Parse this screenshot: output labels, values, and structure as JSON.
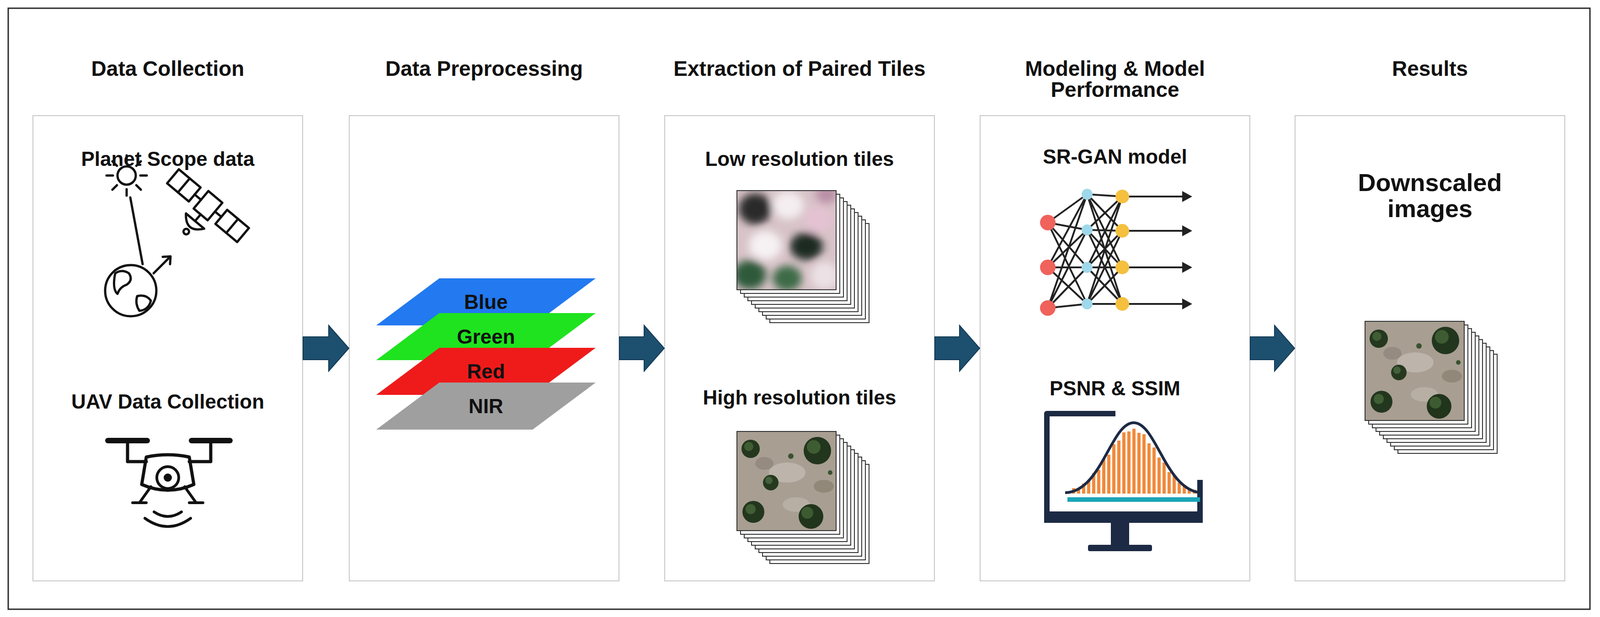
{
  "diagram": {
    "nodes": [
      {
        "text": [
          "Data Collection",
          "Planet Scope data",
          "UAV Data Collection"
        ]
      },
      {
        "text": [
          "Data Preprocessing"
        ]
      },
      {
        "text": [
          "Blue"
        ],
        "in": 1
      },
      {
        "text": [
          "Green"
        ],
        "in": 1
      },
      {
        "text": [
          "Red"
        ],
        "in": 1
      },
      {
        "text": [
          "NIR"
        ],
        "in": 1
      },
      {
        "text": [
          "Extraction of Paired Tiles",
          "Low resolution tiles",
          "High resolution tiles"
        ]
      },
      {
        "text": [
          "Modeling & Model Performance",
          "SR-GAN model",
          "PSNR & SSIM"
        ]
      },
      {
        "text": [
          "Results",
          "Downscaled images"
        ]
      }
    ],
    "edges": [
      {
        "from": 0,
        "to": 1,
        "arrow": "to"
      },
      {
        "from": 1,
        "to": 6,
        "arrow": "to"
      },
      {
        "from": 6,
        "to": 7,
        "arrow": "to"
      },
      {
        "from": 7,
        "to": 8,
        "arrow": "to"
      }
    ]
  }
}
